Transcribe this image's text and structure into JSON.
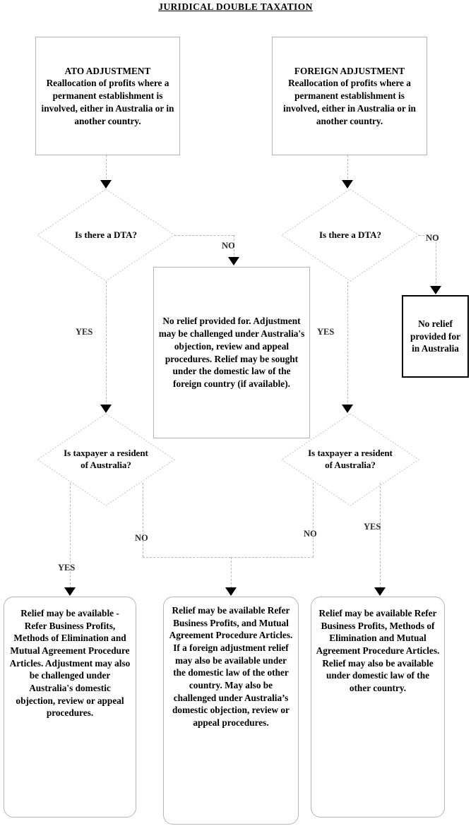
{
  "page": {
    "title": "JURIDICAL DOUBLE TAXATION",
    "background": "#ffffff",
    "line_color": "#b9b9b9",
    "text_color": "#000000"
  },
  "nodes": {
    "ato_adjustment": {
      "heading": "ATO ADJUSTMENT",
      "body": "Reallocation of profits where a permanent establishment is involved, either in Australia or in another country."
    },
    "foreign_adjustment": {
      "heading": "FOREIGN ADJUSTMENT",
      "body": "Reallocation of profits where a permanent establishment is involved, either in Australia or in another country."
    },
    "dta_left": {
      "text": "Is there a DTA?"
    },
    "dta_right": {
      "text": "Is there a DTA?"
    },
    "no_relief_center": {
      "text": "No relief provided for. Adjustment may be challenged under Australia's objection, review and appeal procedures. Relief may be sought under the domestic law of the foreign country (if available)."
    },
    "no_relief_australia": {
      "text": "No relief provided for in Australia"
    },
    "resident_left": {
      "text": "Is taxpayer a resident of Australia?"
    },
    "resident_right": {
      "text": "Is taxpayer a resident of Australia?"
    },
    "outcome_left": {
      "text": "Relief  may be available - Refer Business Profits, Methods of Elimination and Mutual Agreement Procedure Articles. Adjustment may also be challenged under Australia's domestic objection, review or appeal procedures."
    },
    "outcome_center": {
      "text": "Relief may be available Refer Business Profits, and Mutual Agreement Procedure Articles. If a foreign adjustment relief  may also be available under the domestic law of the other country. May also be challenged under Australia’s domestic objection, review or appeal procedures."
    },
    "outcome_right": {
      "text": "Relief may be available Refer Business Profits, Methods of Elimination and Mutual Agreement Procedure Articles. Relief may also be available under domestic law of the other country."
    }
  },
  "edges": {
    "dta_left_no": "NO",
    "dta_left_yes": "YES",
    "dta_right_no": "NO",
    "dta_right_yes": "YES",
    "resident_left_yes": "YES",
    "resident_left_no": "NO",
    "resident_right_no": "NO",
    "resident_right_yes": "YES"
  }
}
